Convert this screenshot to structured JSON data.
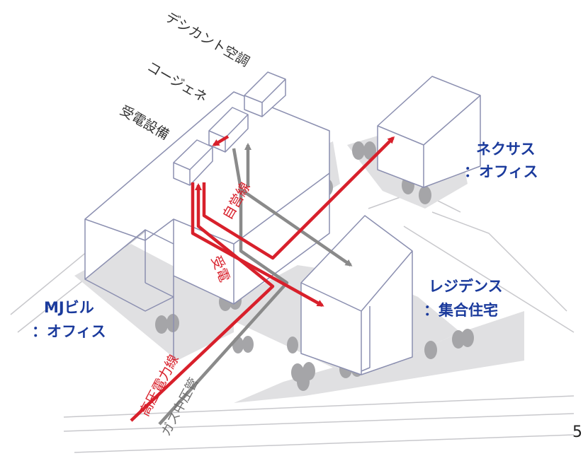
{
  "colors": {
    "power_line": "#d8202b",
    "gas_line": "#8a8a8a",
    "building_label": "#1a3a9c",
    "building_outline": "#8b8fb0",
    "shadow": "#d9d9d9",
    "tree": "#9a9a9a"
  },
  "equipment": {
    "desiccant": "デシカント空調",
    "cogeneration": "コージェネ",
    "substation": "受電設備"
  },
  "lines": {
    "private_line": "自営線",
    "receiving": "受電",
    "high_voltage": "高圧電力線",
    "gas_medium": "ガス中圧管"
  },
  "buildings": {
    "mj": {
      "name": "MJビル",
      "use": "：オフィス"
    },
    "nexus": {
      "name": "ネクサス",
      "use": "：オフィス"
    },
    "residence": {
      "name": "レジデンス",
      "use": "：集合住宅"
    }
  },
  "page_number": "5"
}
